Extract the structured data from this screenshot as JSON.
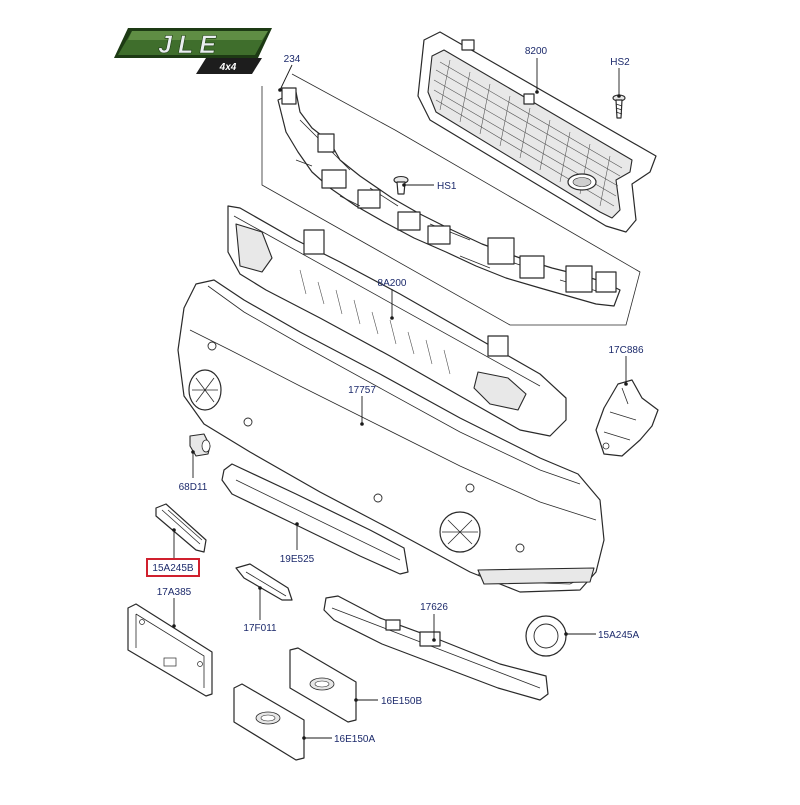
{
  "logo": {
    "text": "JLE",
    "subtext": "4x4",
    "colors": {
      "primary": "#3f6e2c",
      "dark": "#1d3a14",
      "light": "#9cc276",
      "silver": "#c9d1d6"
    }
  },
  "highlight_color": "#d0202e",
  "callouts": {
    "c234": "234",
    "c8200": "8200",
    "cHS2": "HS2",
    "cHS1": "HS1",
    "c8A200": "8A200",
    "c17C886": "17C886",
    "c17757": "17757",
    "c68D11": "68D11",
    "c15A245B": "15A245B",
    "c19E525": "19E525",
    "c17A385": "17A385",
    "c17F011": "17F011",
    "c17626": "17626",
    "c15A245A": "15A245A",
    "c16E150B": "16E150B",
    "c16E150A": "16E150A"
  }
}
